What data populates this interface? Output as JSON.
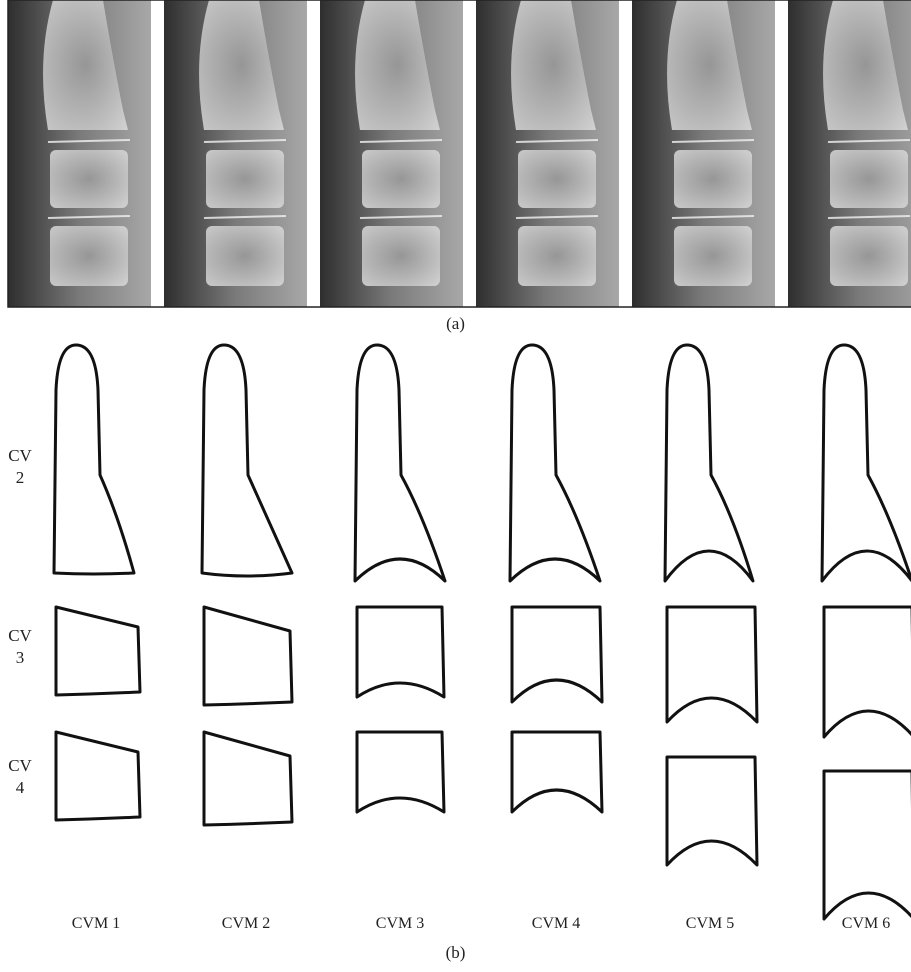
{
  "panel_a": {
    "caption": "(a)",
    "radiograph_count": 6
  },
  "panel_b": {
    "caption": "(b)",
    "rows": [
      {
        "line1": "CV",
        "line2": "2"
      },
      {
        "line1": "CV",
        "line2": "3"
      },
      {
        "line1": "CV",
        "line2": "4"
      }
    ],
    "stages": [
      "CVM 1",
      "CVM 2",
      "CVM 3",
      "CVM 4",
      "CVM 5",
      "CVM 6"
    ]
  },
  "colors": {
    "outline": "#111111",
    "xray_background": "#3a3a3a",
    "xray_bone": "#d6d6d6",
    "divider": "#ffffff"
  }
}
